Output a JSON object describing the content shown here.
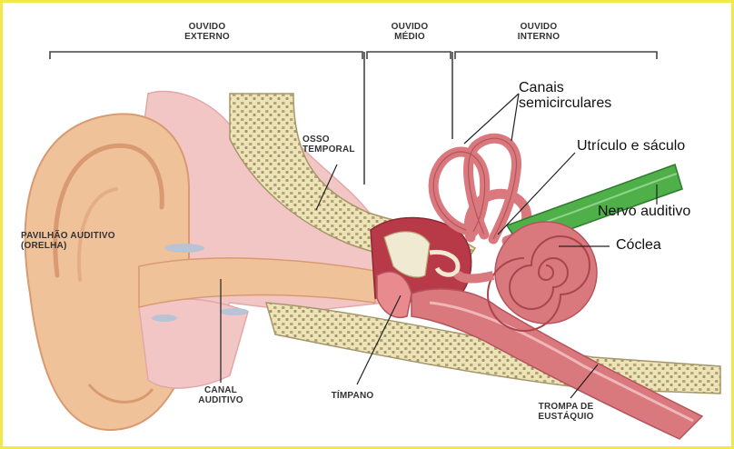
{
  "sections": {
    "outer": [
      "OUVIDO",
      "EXTERNO"
    ],
    "middle": [
      "OUVIDO",
      "MÉDIO"
    ],
    "inner": [
      "OUVIDO",
      "INTERNO"
    ]
  },
  "labels": {
    "pinna": [
      "PAVILHÃO AUDITIVO",
      "(ORELHA)"
    ],
    "temporal_bone": [
      "OSSO",
      "TEMPORAL"
    ],
    "ear_canal": [
      "CANAL",
      "AUDITIVO"
    ],
    "eardrum": "TÍMPANO",
    "eustachian": [
      "TROMPA DE",
      "EUSTÁQUIO"
    ],
    "semicircular": [
      "Canais",
      "semicirculares"
    ],
    "utricle": "Utrículo e sáculo",
    "nerve": "Nervo auditivo",
    "cochlea": "Cóclea"
  },
  "colors": {
    "skin": "#f0c29a",
    "skin_shadow": "#d99a72",
    "bone": "#ece3b8",
    "bone_dots": "#b5a574",
    "tissue": "#f3c6c6",
    "inner_ear": "#d9787d",
    "nerve": "#4fb04a",
    "border": "#f2e84a"
  }
}
